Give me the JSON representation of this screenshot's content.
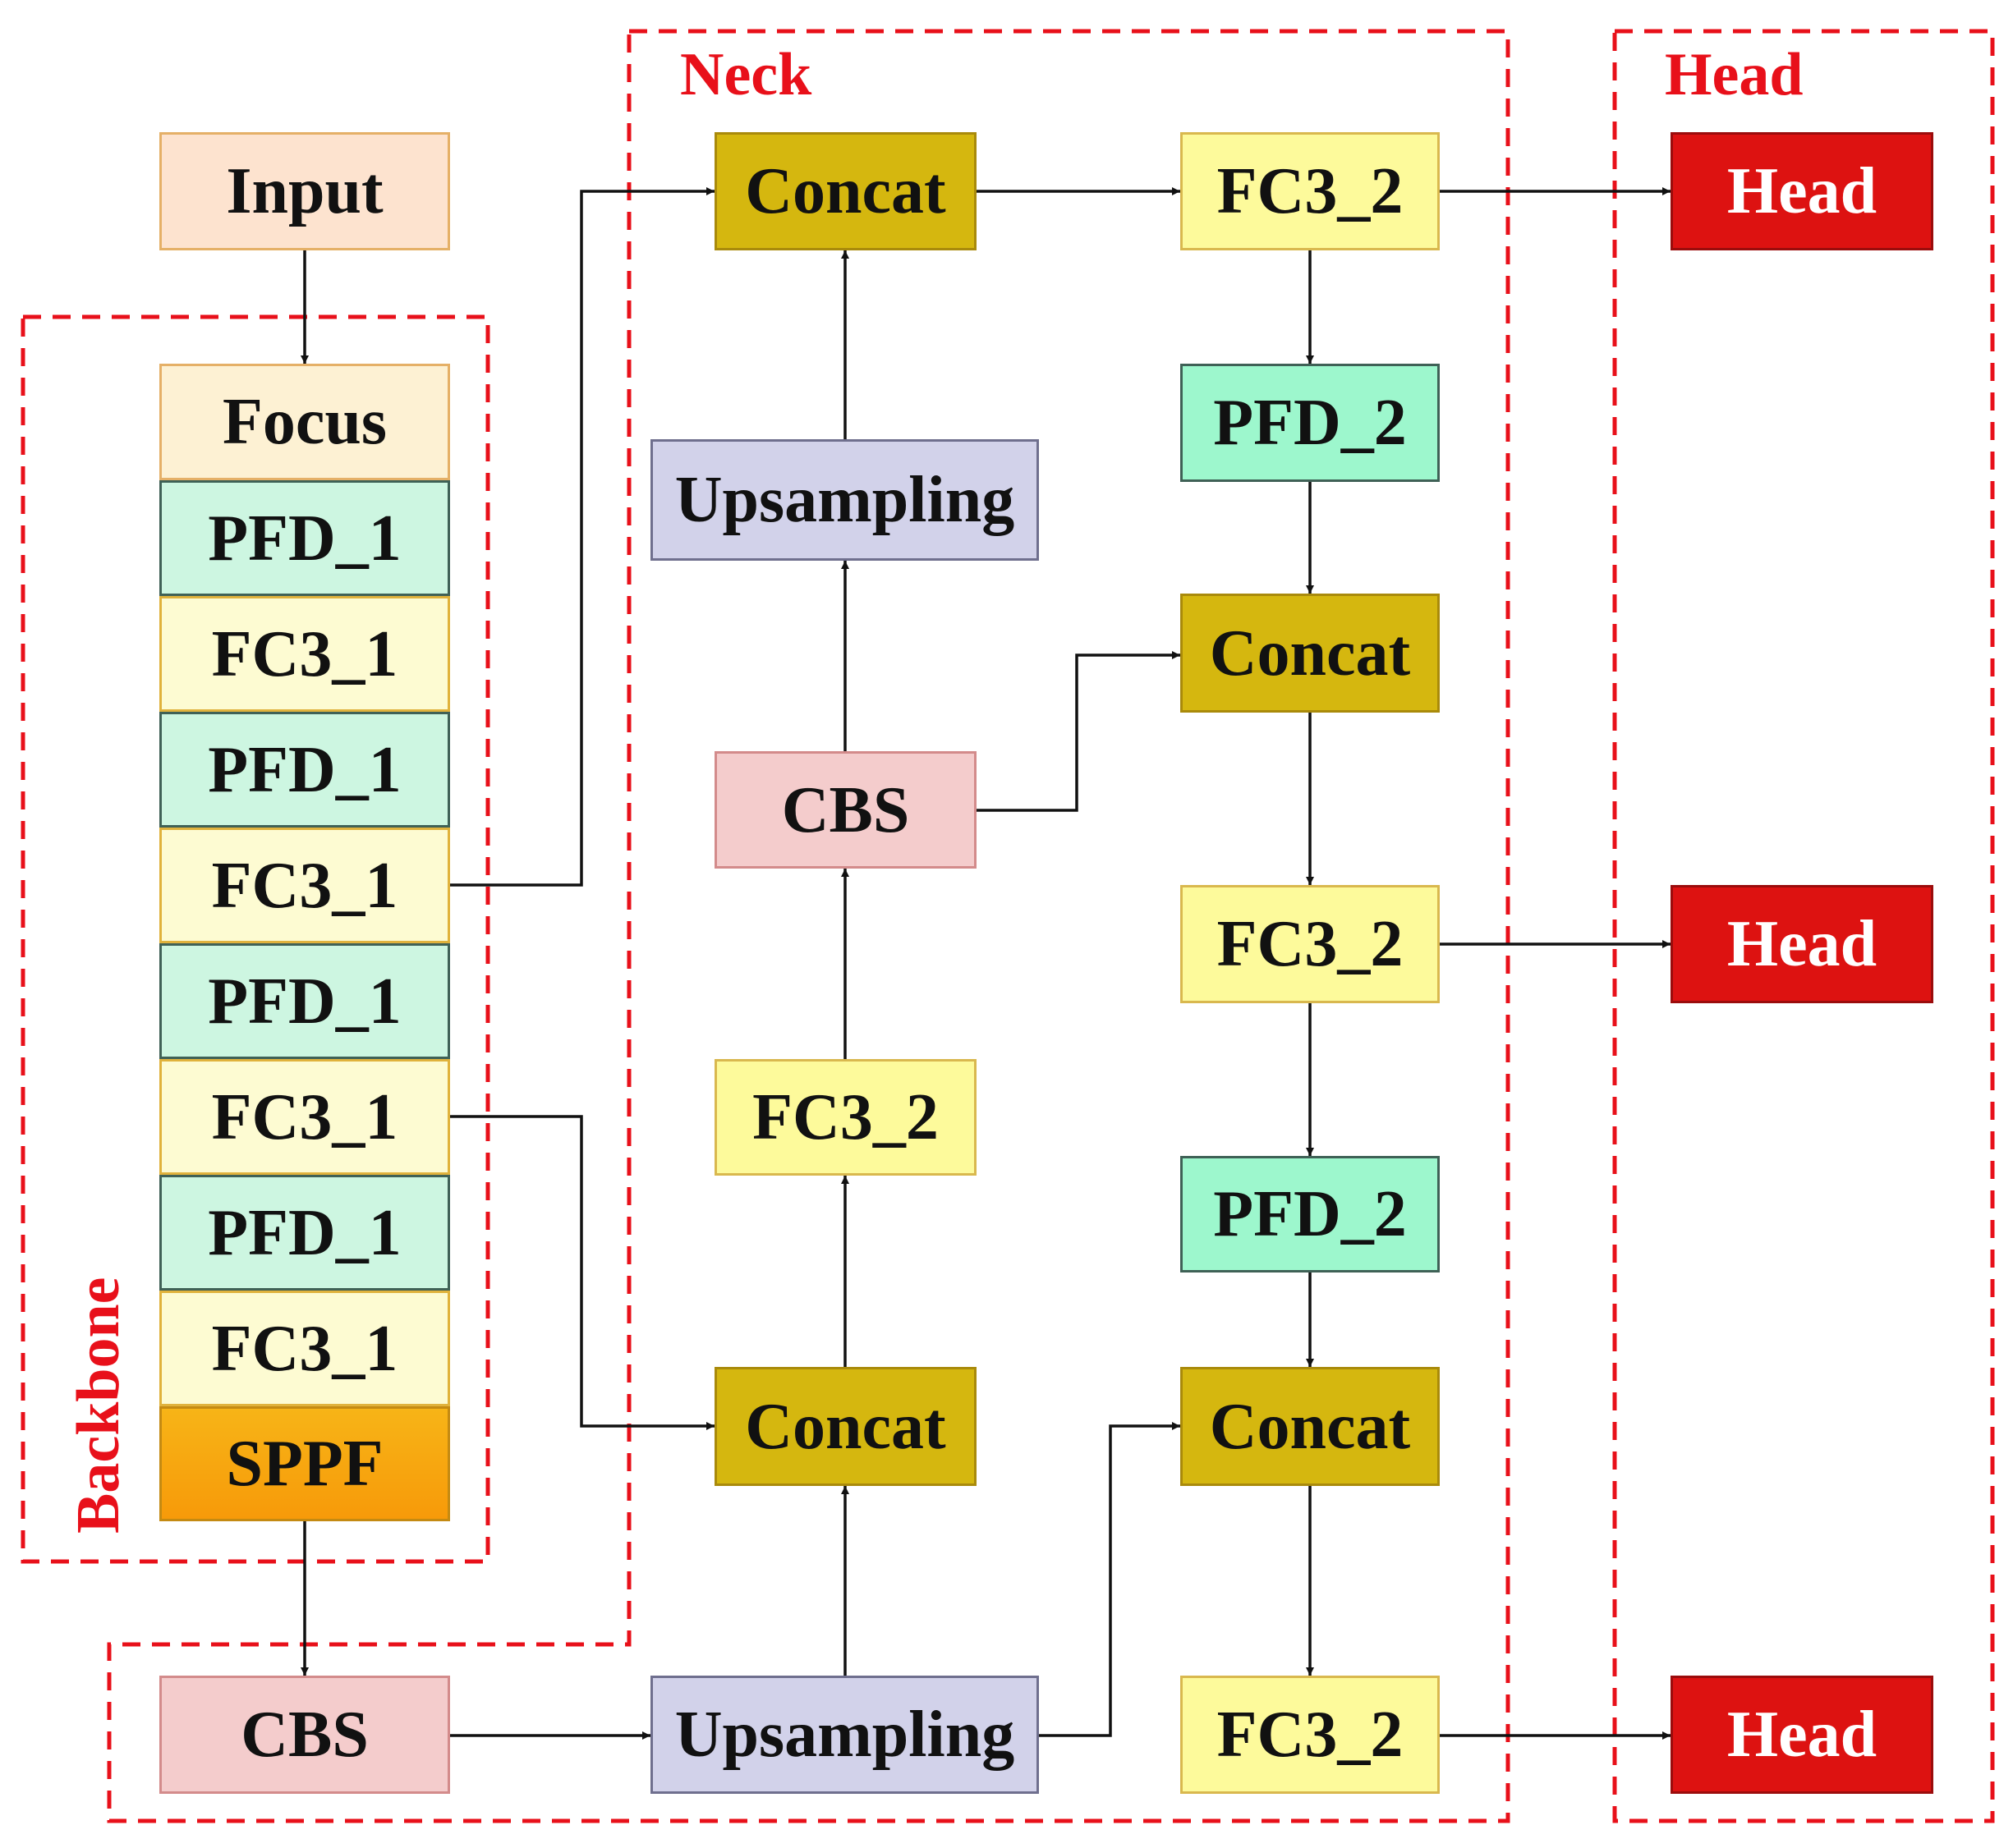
{
  "regions": {
    "backbone": "Backbone",
    "neck": "Neck",
    "head": "Head"
  },
  "backbone": {
    "input": "Input",
    "stack": [
      "Focus",
      "PFD_1",
      "FC3_1",
      "PFD_1",
      "FC3_1",
      "PFD_1",
      "FC3_1",
      "PFD_1",
      "FC3_1",
      "SPPF"
    ],
    "cbs": "CBS"
  },
  "neck": {
    "col1": {
      "concat_top": "Concat",
      "upsampling_top": "Upsampling",
      "cbs": "CBS",
      "fc3_2": "FC3_2",
      "concat_bottom": "Concat",
      "upsampling_bottom": "Upsampling"
    },
    "col2": {
      "fc3_2_top": "FC3_2",
      "pfd_2_top": "PFD_2",
      "concat_mid": "Concat",
      "fc3_2_mid": "FC3_2",
      "pfd_2_bottom": "PFD_2",
      "concat_bottom": "Concat",
      "fc3_2_bottom": "FC3_2"
    }
  },
  "heads": [
    "Head",
    "Head",
    "Head"
  ],
  "colors": {
    "region_border": "#e8101a",
    "arrow": "#111111",
    "head_fill": "#dd1211"
  }
}
